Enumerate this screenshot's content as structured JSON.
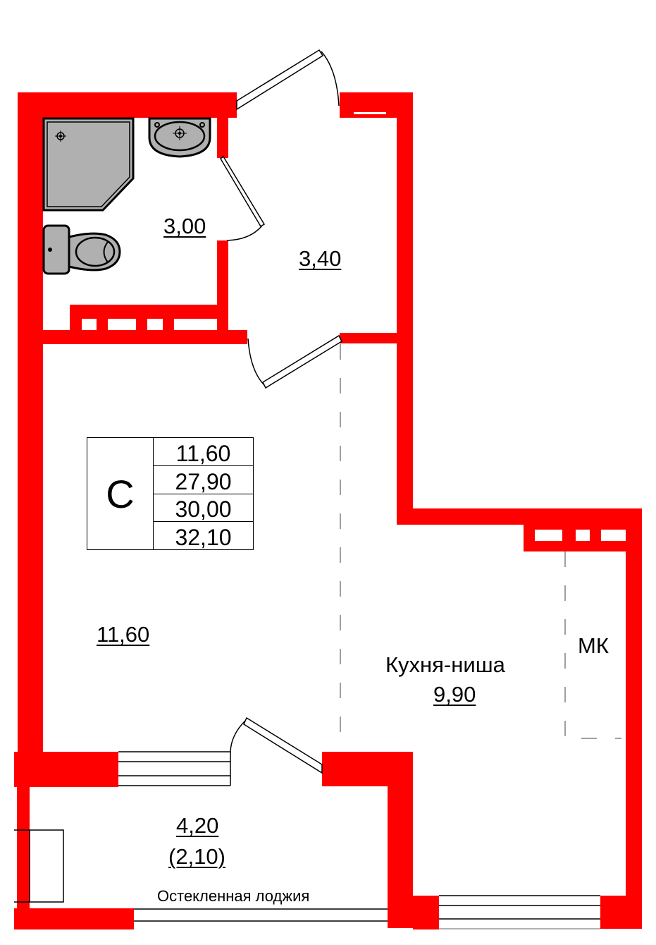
{
  "colors": {
    "wall": "#ff0000",
    "fixture_fill": "#b0b0b0",
    "line": "#000000",
    "dashed": "#808080",
    "background": "#ffffff"
  },
  "apartment": {
    "type": "С",
    "summary_values": [
      "11,60",
      "27,90",
      "30,00",
      "32,10"
    ]
  },
  "rooms": {
    "bathroom": {
      "area": "3,00"
    },
    "hallway": {
      "area": "3,40"
    },
    "living_room": {
      "area": "11,60"
    },
    "kitchen": {
      "name": "Кухня-ниша",
      "area": "9,90"
    },
    "mk": {
      "name": "МК"
    },
    "loggia": {
      "area": "4,20",
      "reduced_area": "(2,10)",
      "name": "Остекленная лоджия"
    }
  },
  "icons": [
    "shower-tray-icon",
    "washbasin-icon",
    "toilet-icon",
    "door-swing-icon",
    "window-icon"
  ]
}
